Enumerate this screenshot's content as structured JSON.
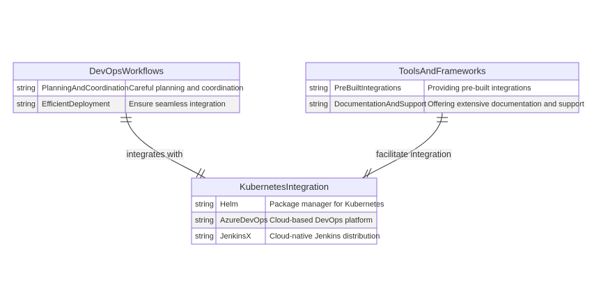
{
  "colors": {
    "header_fill": "#ECECFF",
    "border": "#9370DB",
    "row_odd": "#FFFFFF",
    "row_even": "#F2F2F2",
    "line": "#333333",
    "label_bg": "#E8E8E8"
  },
  "entities": {
    "devops": {
      "name": "DevOpsWorkflows",
      "rows": [
        {
          "type": "string",
          "field": "PlanningAndCoordination",
          "comment": "Careful planning and coordination"
        },
        {
          "type": "string",
          "field": "EfficientDeployment",
          "comment": "Ensure seamless integration"
        }
      ]
    },
    "tools": {
      "name": "ToolsAndFrameworks",
      "rows": [
        {
          "type": "string",
          "field": "PreBuiltIntegrations",
          "comment": "Providing pre-built integrations"
        },
        {
          "type": "string",
          "field": "DocumentationAndSupport",
          "comment": "Offering extensive documentation and support"
        }
      ]
    },
    "k8s": {
      "name": "KubernetesIntegration",
      "rows": [
        {
          "type": "string",
          "field": "Helm",
          "comment": "Package manager for Kubernetes"
        },
        {
          "type": "string",
          "field": "AzureDevOps",
          "comment": "Cloud-based DevOps platform"
        },
        {
          "type": "string",
          "field": "JenkinsX",
          "comment": "Cloud-native Jenkins distribution"
        }
      ]
    }
  },
  "relationships": {
    "devops_k8s": {
      "label": "integrates with",
      "from": "DevOpsWorkflows",
      "to": "KubernetesIntegration",
      "cardinality": "exactly one to exactly one"
    },
    "tools_k8s": {
      "label": "facilitate integration",
      "from": "ToolsAndFrameworks",
      "to": "KubernetesIntegration",
      "cardinality": "exactly one to exactly one"
    }
  }
}
